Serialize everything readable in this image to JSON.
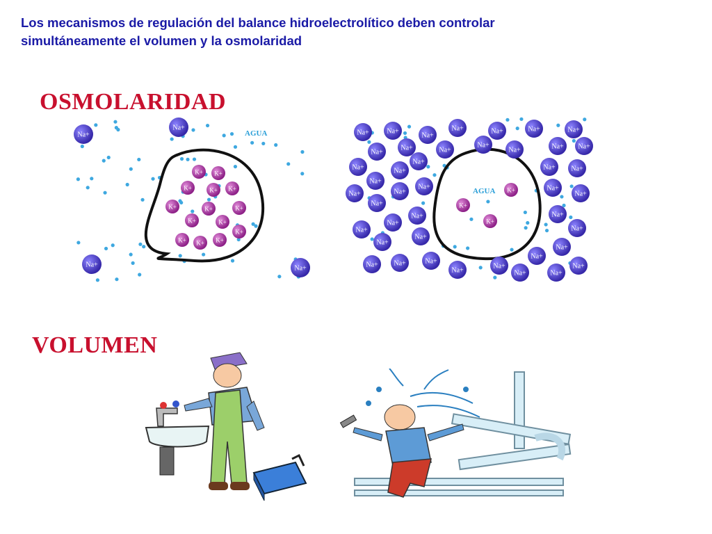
{
  "header": {
    "subtitle_line1": "Los mecanismos de regulación del balance hidroelectrolítico deben controlar",
    "subtitle_line2": "simultáneamente el volumen y la osmolaridad"
  },
  "sections": {
    "osmolaridad": "OSMOLARIDAD",
    "volumen": "VOLUMEN"
  },
  "labels": {
    "na_ion": "Na+",
    "k_ion": "K+",
    "agua": "AGUA"
  },
  "colors": {
    "subtitle": "#1a1aa6",
    "section_title": "#c8102e",
    "na_ion": "#4b3fbf",
    "k_ion": "#b03aa0",
    "water_dot": "#3ea8e0"
  }
}
